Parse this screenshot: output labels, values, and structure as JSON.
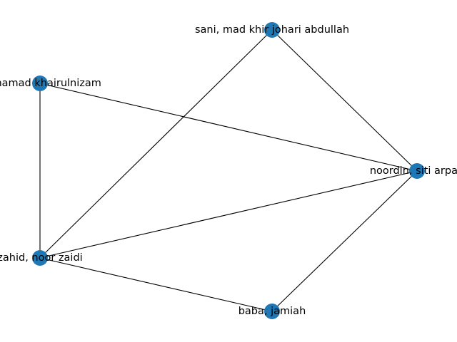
{
  "graph": {
    "node_color": "#1f77b4",
    "edge_color": "#000000",
    "background": "#ffffff",
    "nodes": [
      {
        "id": "sani",
        "label": "sani, mad khir johari abdullah"
      },
      {
        "id": "khairulnizam",
        "label": "muhamad khairulnizam"
      },
      {
        "id": "noordin",
        "label": "noordin, siti arpah"
      },
      {
        "id": "zahid",
        "label": "zahid, noor zaidi"
      },
      {
        "id": "baba",
        "label": "baba, jamiah"
      }
    ],
    "edges": [
      [
        "sani",
        "noordin"
      ],
      [
        "sani",
        "zahid"
      ],
      [
        "khairulnizam",
        "noordin"
      ],
      [
        "khairulnizam",
        "zahid"
      ],
      [
        "zahid",
        "noordin"
      ],
      [
        "zahid",
        "baba"
      ],
      [
        "baba",
        "noordin"
      ]
    ]
  }
}
